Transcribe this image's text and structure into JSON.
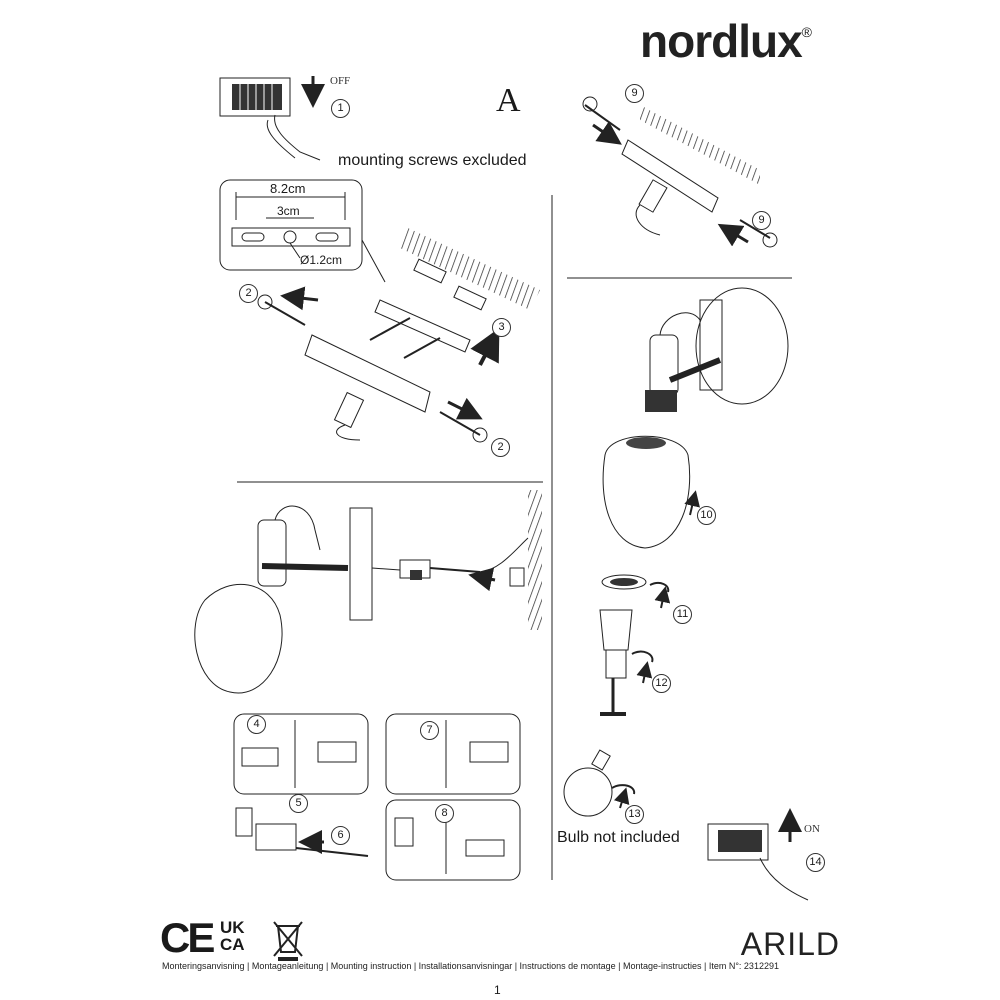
{
  "brand": {
    "name": "nordlux",
    "trademark": "®"
  },
  "section": "A",
  "notes": {
    "mounting_screws": "mounting screws excluded",
    "bulb": "Bulb not included"
  },
  "dimensions": {
    "width_outer": "8.2cm",
    "width_inner": "3cm",
    "hole_diameter": "Ø1.2cm"
  },
  "power": {
    "off": "OFF",
    "on": "ON"
  },
  "steps": {
    "s1": "1",
    "s2": "2",
    "s3": "3",
    "s4": "4",
    "s5": "5",
    "s6": "6",
    "s7": "7",
    "s8": "8",
    "s9": "9",
    "s10": "10",
    "s11": "11",
    "s12": "12",
    "s13": "13",
    "s14": "14"
  },
  "product": {
    "model": "ARILD",
    "footer": "Monteringsanvisning | Montageanleitung | Mounting instruction | Installationsanvisningar | Instructions de montage | Montage-instructies | Item N°: 2312291"
  },
  "certifications": {
    "ce": "CE",
    "ukca_top": "UK",
    "ukca_bottom": "CA"
  },
  "page_number": "1"
}
